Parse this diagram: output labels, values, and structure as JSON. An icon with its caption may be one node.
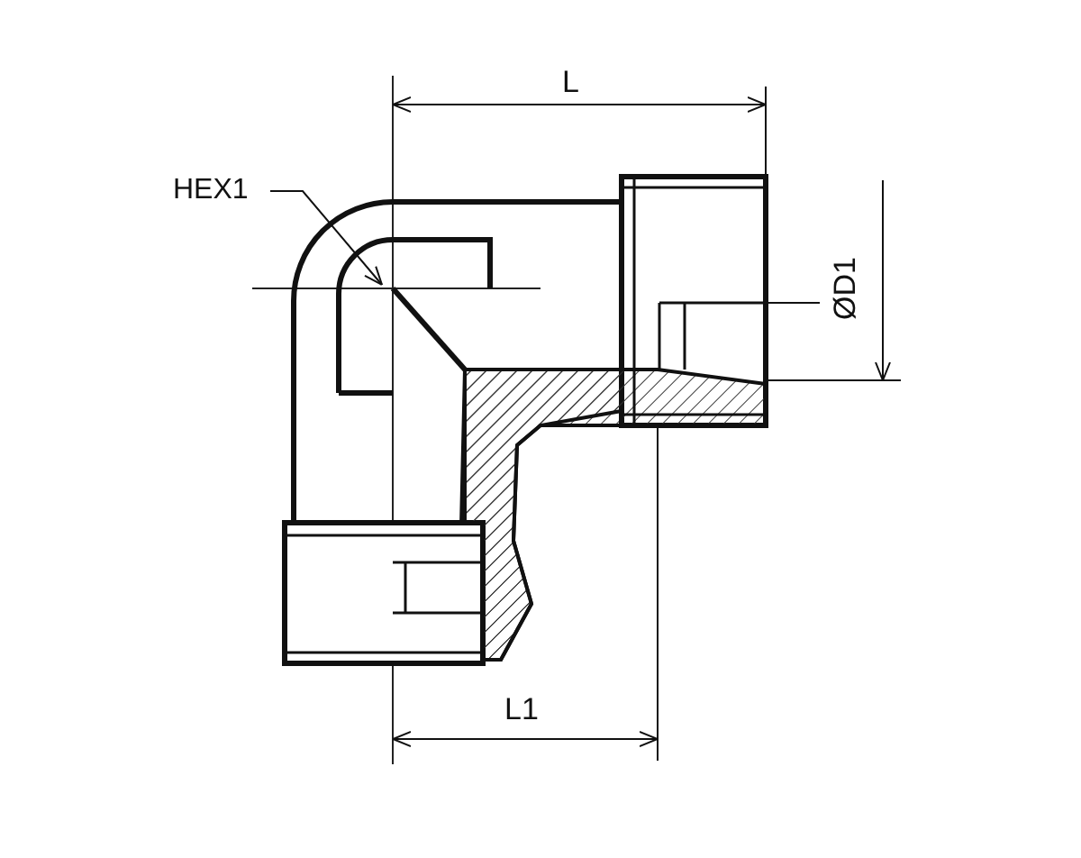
{
  "diagram": {
    "nodes": [
      {
        "text": [
          "HEX1"
        ]
      },
      {
        "text": [],
        "shape": "picture"
      }
    ],
    "edges": [
      {
        "from": 0,
        "to": 1,
        "arrow": "to"
      }
    ],
    "labels": [
      "L",
      "ØD1",
      "L1"
    ]
  }
}
